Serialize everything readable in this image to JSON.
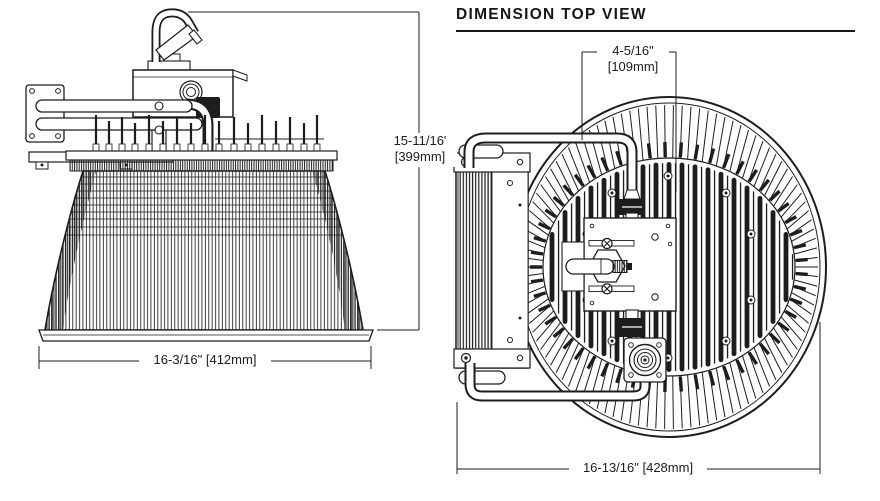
{
  "canvas": {
    "background": "#ffffff",
    "line_color": "#1d1d1b"
  },
  "side_view": {
    "description": "High-bay luminaire side elevation with hook mount, conduit arms and prismatic reflector",
    "height_dim": {
      "inches": "15-11/16'",
      "mm": "[399mm]"
    },
    "width_dim": {
      "label": "16-3/16\" [412mm]"
    }
  },
  "top_view": {
    "heading": "DIMENSION TOP VIEW",
    "pipe_dim": {
      "inches": "4-5/16\"",
      "mm": "[109mm]"
    },
    "width_dim": {
      "label": "16-13/16\" [428mm]"
    }
  }
}
